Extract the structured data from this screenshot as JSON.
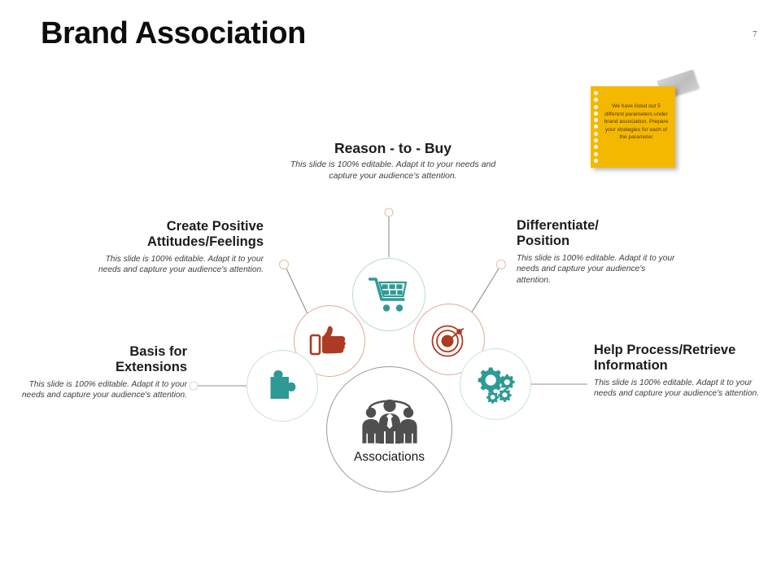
{
  "slide": {
    "title": "Brand Association",
    "page_number": "7",
    "colors": {
      "teal": "#2e9a96",
      "brick": "#ad3b23",
      "gray_icon": "#575757",
      "sticky_yellow": "#f5b800",
      "wire_gray": "#8f8f8f",
      "node_ring_red": "#e3a89a",
      "node_ring_teal": "#c9e2df"
    }
  },
  "sticky_note": {
    "text": "We have listed out 5 different parameters under brand association. Prepare your strategies for each of the parameter"
  },
  "center": {
    "label": "Associations",
    "icon": "people-group-icon"
  },
  "body_text": {
    "reason": "This slide is 100% editable. Adapt it to your needs and capture your audience's attention.",
    "positive": "This slide is 100% editable. Adapt it to your needs and capture your audience's attention.",
    "basis": "This slide is 100% editable. Adapt it to your needs and capture your audience's attention.",
    "differentiate": "This slide is 100% editable. Adapt it to your needs and capture your audience's attention.",
    "help": "This slide is 100% editable. Adapt it to your needs and capture your audience's attention."
  },
  "parameters": [
    {
      "id": "reason-to-buy",
      "heading": "Reason - to - Buy",
      "icon": "shopping-cart-icon",
      "icon_color": "#2e9a96",
      "ring_color": "#bcd9d6"
    },
    {
      "id": "create-positive-attitudes-feelings",
      "heading": "Create Positive Attitudes/Feelings",
      "icon": "thumbs-up-icon",
      "icon_color": "#ad3b23",
      "ring_color": "#e3a89a"
    },
    {
      "id": "differentiate-position",
      "heading": "Differentiate/ Position",
      "icon": "target-icon",
      "icon_color": "#ad3b23",
      "ring_color": "#e3a89a"
    },
    {
      "id": "basis-for-extensions",
      "heading": "Basis for Extensions",
      "icon": "puzzle-piece-icon",
      "icon_color": "#2e9a96",
      "ring_color": "#c9e2df"
    },
    {
      "id": "help-process-retrieve-information",
      "heading": "Help Process/Retrieve Information",
      "icon": "gears-icon",
      "icon_color": "#2e9a96",
      "ring_color": "#c9e2df"
    }
  ],
  "headings": {
    "reason": "Reason - to - Buy",
    "positive_line1": "Create Positive",
    "positive_line2": "Attitudes/Feelings",
    "basis_line1": "Basis for",
    "basis_line2": "Extensions",
    "differentiate_line1": "Differentiate/",
    "differentiate_line2": "Position",
    "help_line1": "Help Process/Retrieve",
    "help_line2": "Information"
  }
}
